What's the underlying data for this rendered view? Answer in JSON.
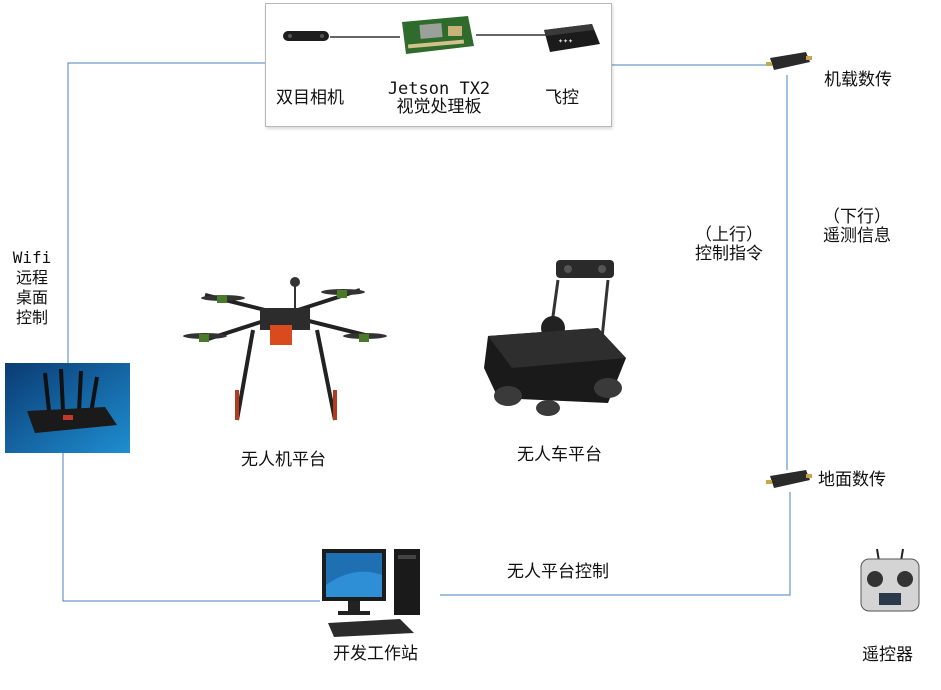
{
  "nodes": {
    "stereo_camera": {
      "label": "双目相机"
    },
    "jetson": {
      "label_line1": "Jetson TX2",
      "label_line2": "视觉处理板"
    },
    "flight_controller": {
      "label": "飞控"
    },
    "air_radio": {
      "label": "机载数传"
    },
    "ground_radio": {
      "label": "地面数传"
    },
    "remote_controller": {
      "label": "遥控器"
    },
    "uav_platform": {
      "label": "无人机平台"
    },
    "ugv_platform": {
      "label": "无人车平台"
    },
    "workstation": {
      "label": "开发工作站"
    },
    "router": {}
  },
  "edge_labels": {
    "wifi": [
      "Wifi",
      "远程",
      "桌面",
      "控制"
    ],
    "uplink": [
      "（上行）",
      "控制指令"
    ],
    "downlink": [
      "（下行）",
      "遥测信息"
    ],
    "platform_control": "无人平台控制"
  },
  "colors": {
    "line": "#4a7fc0",
    "box_border": "#b8b8b8"
  }
}
